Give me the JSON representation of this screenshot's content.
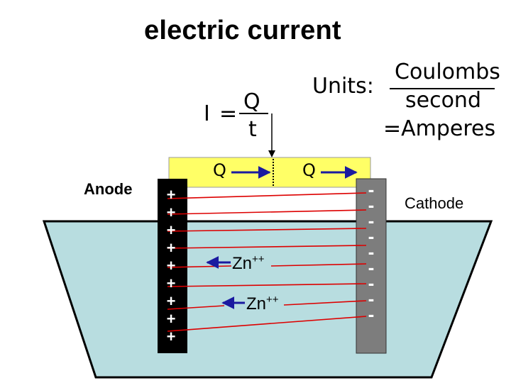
{
  "title": "electric current",
  "formula": {
    "lhs": "I",
    "equals": "=",
    "numerator": "Q",
    "denominator": "t"
  },
  "units": {
    "label": "Units:",
    "numerator": "Coulombs",
    "denominator": "second",
    "result": "=Amperes"
  },
  "electrodes": {
    "anode": "Anode",
    "cathode": "Cathode",
    "anode_sign": "+",
    "cathode_sign": "-"
  },
  "charge_symbol": "Q",
  "ion": "Zn",
  "ion_charge": "++",
  "colors": {
    "wire": "#ffff66",
    "electrolyte": "#b8dde0",
    "anode": "#000000",
    "cathode": "#808080",
    "field_line": "#dd0000",
    "arrow": "#1a1aa0"
  }
}
